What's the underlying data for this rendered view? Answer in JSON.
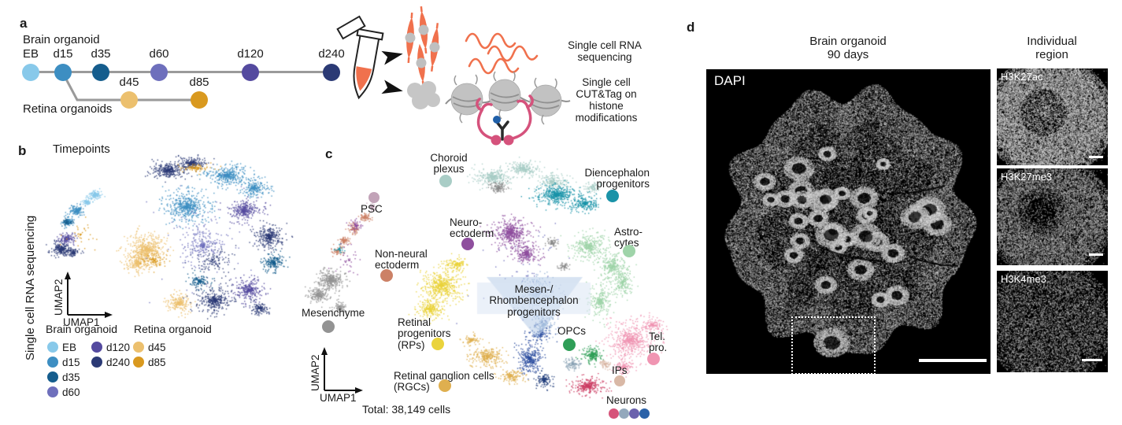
{
  "figure": {
    "panel_a": {
      "label": "a",
      "brain_track_label": "Brain organoid",
      "retina_track_label": "Retina organoids",
      "brain_timepoints": [
        {
          "label": "EB",
          "color": "#88c9ea"
        },
        {
          "label": "d15",
          "color": "#3d8ec2"
        },
        {
          "label": "d35",
          "color": "#155d8d"
        },
        {
          "label": "d60",
          "color": "#6e6fbc"
        },
        {
          "label": "d120",
          "color": "#544a9f"
        },
        {
          "label": "d240",
          "color": "#2b3a75"
        }
      ],
      "retina_timepoints": [
        {
          "label": "d45",
          "color": "#ecc06e"
        },
        {
          "label": "d85",
          "color": "#d9991f"
        }
      ],
      "assay_rna": "Single cell RNA\nsequencing",
      "assay_cuttag": "Single cell\nCUT&Tag on\nhistone\nmodifications",
      "icon_colors": {
        "sample_orange": "#f0714d",
        "cell_gray": "#c6c6c6",
        "antibody_pink": "#d5527c",
        "antibody_blue": "#1f5fa8"
      }
    },
    "panel_b": {
      "label": "b",
      "title": "Timepoints",
      "side_label": "Single cell RNA sequencing",
      "x_axis": "UMAP1",
      "y_axis": "UMAP2",
      "legend": {
        "brain_header": "Brain organoid",
        "retina_header": "Retina organoid",
        "brain_col1": [
          {
            "label": "EB",
            "color": "#88c9ea"
          },
          {
            "label": "d15",
            "color": "#3d8ec2"
          },
          {
            "label": "d35",
            "color": "#155d8d"
          },
          {
            "label": "d60",
            "color": "#6e6fbc"
          }
        ],
        "brain_col2": [
          {
            "label": "d120",
            "color": "#544a9f"
          },
          {
            "label": "d240",
            "color": "#2b3a75"
          }
        ],
        "retina": [
          {
            "label": "d45",
            "color": "#ecc06e"
          },
          {
            "label": "d85",
            "color": "#d9991f"
          }
        ]
      }
    },
    "panel_c": {
      "label": "c",
      "x_axis": "UMAP1",
      "y_axis": "UMAP2",
      "total": "Total: 38,149 cells",
      "clusters": [
        {
          "name": "choroid-plexus",
          "label": "Choroid\nplexus",
          "color": "#a9cdc6"
        },
        {
          "name": "diencephalon-prog",
          "label": "Diencephalon\nprogenitors",
          "color": "#1a93a8"
        },
        {
          "name": "psc",
          "label": "PSC",
          "color": "#c2a3b8"
        },
        {
          "name": "neuroectoderm",
          "label": "Neuro-\nectoderm",
          "color": "#8f4f9e"
        },
        {
          "name": "non-neural-ectoderm",
          "label": "Non-neural\nectoderm",
          "color": "#cc8166"
        },
        {
          "name": "astrocytes",
          "label": "Astro-\ncytes",
          "color": "#9fd4a9"
        },
        {
          "name": "mesenchyme",
          "label": "Mesenchyme",
          "color": "#939393"
        },
        {
          "name": "mesen-rhombencephalon",
          "label": "Mesen-/\nRhombencephalon\nprogenitors",
          "color": "#93afd4"
        },
        {
          "name": "retinal-progenitors",
          "label": "Retinal\nprogenitors\n(RPs)",
          "color": "#ead33c"
        },
        {
          "name": "retinal-ganglion-cells",
          "label": "Retinal ganglion cells\n(RGCs)",
          "color": "#dfaf4f"
        },
        {
          "name": "opcs",
          "label": "OPCs",
          "color": "#2f9e57"
        },
        {
          "name": "telencephalon-prog",
          "label": "Tel.\npro.",
          "color": "#f095b2"
        },
        {
          "name": "ips",
          "label": "IPs",
          "color": "#d9b8a6"
        },
        {
          "name": "neurons",
          "label": "Neurons",
          "color": "#d6547a"
        }
      ],
      "neurons": {
        "colors": [
          "#d6547a",
          "#93a8bc",
          "#6b62ad",
          "#2b62a8"
        ]
      }
    },
    "panel_d": {
      "label": "d",
      "main_title": "Brain organoid\n90 days",
      "main_stain": "DAPI",
      "side_title": "Individual\nregion",
      "side_images": [
        {
          "label": "H3K27ac"
        },
        {
          "label": "H3K27me3"
        },
        {
          "label": "H3K4me3"
        }
      ]
    }
  },
  "chart_data": [
    {
      "type": "scatter",
      "title": "Timepoints",
      "xlabel": "UMAP1",
      "ylabel": "UMAP2",
      "legend_position": "bottom-left",
      "series": [
        {
          "name": "EB",
          "color": "#88c9ea"
        },
        {
          "name": "d15",
          "color": "#3d8ec2"
        },
        {
          "name": "d35",
          "color": "#155d8d"
        },
        {
          "name": "d60",
          "color": "#6e6fbc"
        },
        {
          "name": "d120",
          "color": "#544a9f"
        },
        {
          "name": "d240",
          "color": "#2b3a75"
        },
        {
          "name": "d45",
          "color": "#ecc06e"
        },
        {
          "name": "d85",
          "color": "#d9991f"
        }
      ]
    },
    {
      "type": "scatter",
      "title": "Cell types",
      "xlabel": "UMAP1",
      "ylabel": "UMAP2",
      "annotation": "Total: 38,149 cells",
      "series": [
        {
          "name": "Choroid plexus",
          "color": "#a9cdc6"
        },
        {
          "name": "Diencephalon progenitors",
          "color": "#1a93a8"
        },
        {
          "name": "PSC",
          "color": "#c2a3b8"
        },
        {
          "name": "Neuro-ectoderm",
          "color": "#8f4f9e"
        },
        {
          "name": "Non-neural ectoderm",
          "color": "#cc8166"
        },
        {
          "name": "Astrocytes",
          "color": "#9fd4a9"
        },
        {
          "name": "Mesenchyme",
          "color": "#939393"
        },
        {
          "name": "Mesen-/Rhombencephalon progenitors",
          "color": "#93afd4"
        },
        {
          "name": "Retinal progenitors (RPs)",
          "color": "#ead33c"
        },
        {
          "name": "Retinal ganglion cells (RGCs)",
          "color": "#dfaf4f"
        },
        {
          "name": "OPCs",
          "color": "#2f9e57"
        },
        {
          "name": "Tel. pro.",
          "color": "#f095b2"
        },
        {
          "name": "IPs",
          "color": "#d9b8a6"
        },
        {
          "name": "Neurons",
          "color": "#d6547a"
        }
      ]
    }
  ]
}
